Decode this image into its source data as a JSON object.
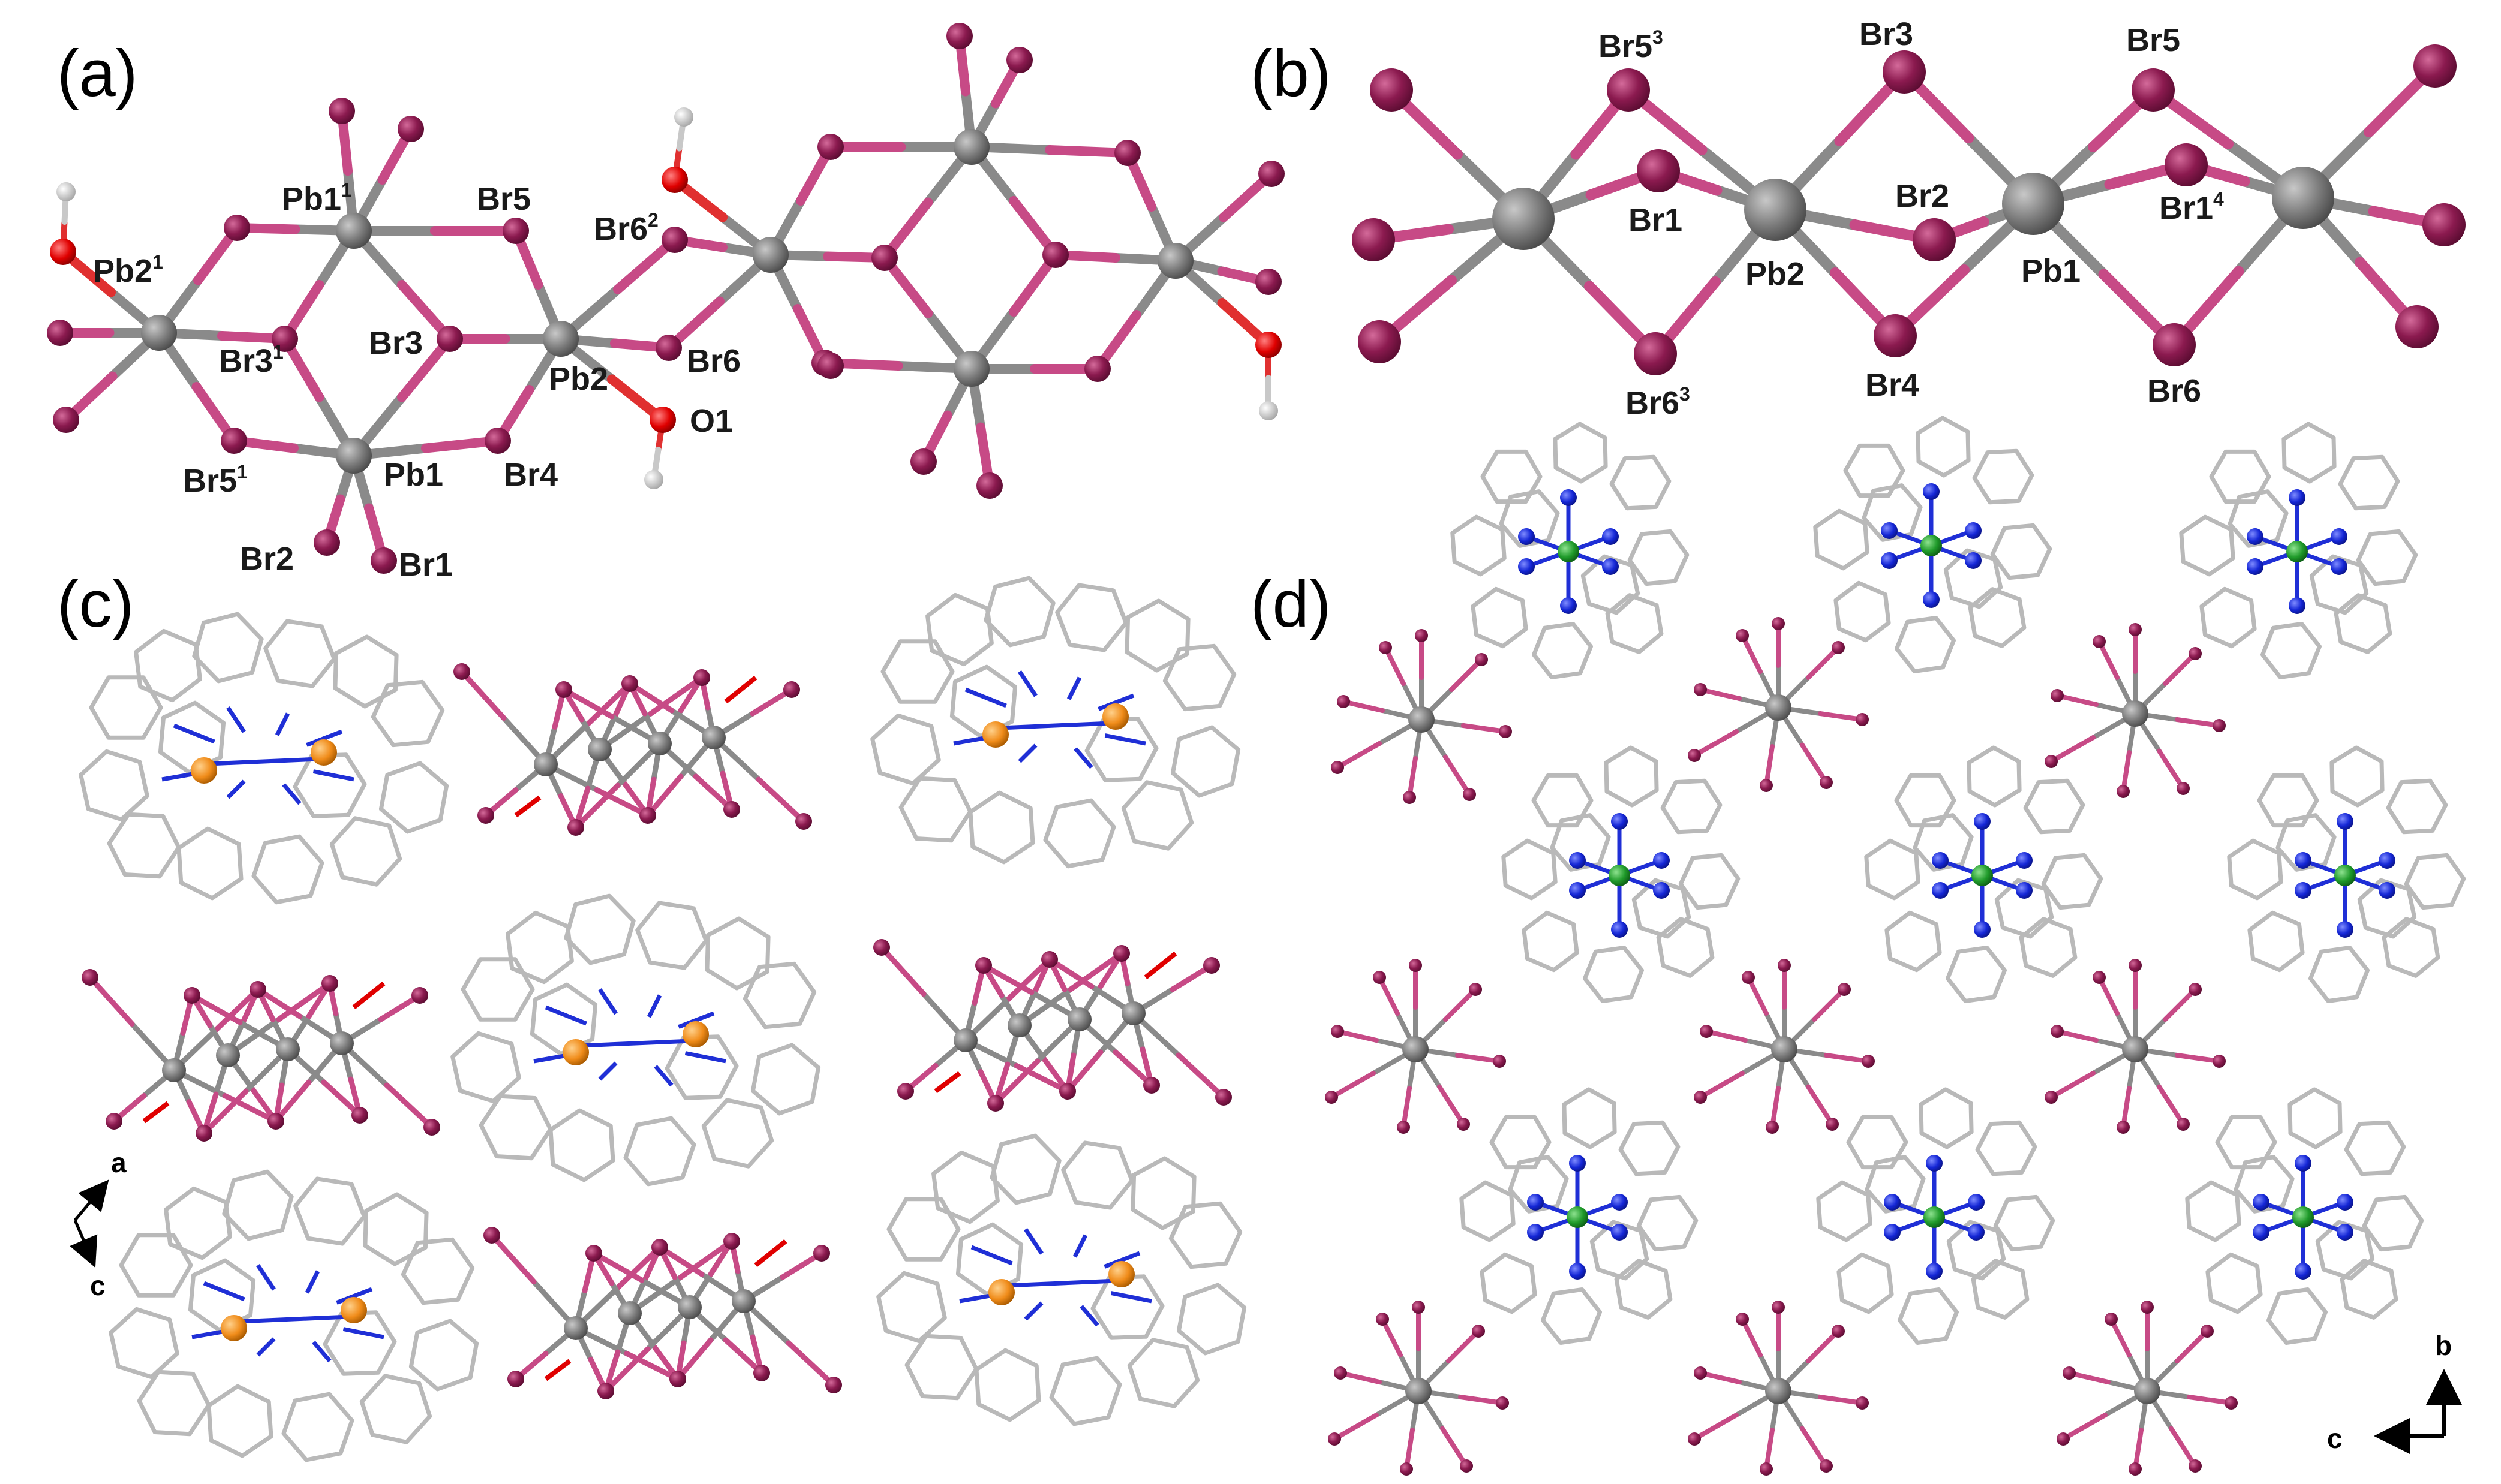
{
  "panels": {
    "a": {
      "letter": "(a)"
    },
    "b": {
      "letter": "(b)"
    },
    "c": {
      "letter": "(c)"
    },
    "d": {
      "letter": "(d)"
    }
  },
  "atom_labels_a": [
    {
      "base": "Pb2",
      "sup": "1"
    },
    {
      "base": "Pb1",
      "sup": "1"
    },
    {
      "base": "Br5",
      "sup": ""
    },
    {
      "base": "Br6",
      "sup": "2"
    },
    {
      "base": "Br3",
      "sup": "1"
    },
    {
      "base": "Br3",
      "sup": ""
    },
    {
      "base": "Pb2",
      "sup": ""
    },
    {
      "base": "Br6",
      "sup": ""
    },
    {
      "base": "O1",
      "sup": ""
    },
    {
      "base": "Br5",
      "sup": "1"
    },
    {
      "base": "Pb1",
      "sup": ""
    },
    {
      "base": "Br4",
      "sup": ""
    },
    {
      "base": "Br2",
      "sup": ""
    },
    {
      "base": "Br1",
      "sup": ""
    }
  ],
  "atom_labels_b": [
    {
      "base": "Br5",
      "sup": "3"
    },
    {
      "base": "Br3",
      "sup": ""
    },
    {
      "base": "Br5",
      "sup": ""
    },
    {
      "base": "Br1",
      "sup": ""
    },
    {
      "base": "Br2",
      "sup": ""
    },
    {
      "base": "Br1",
      "sup": "4"
    },
    {
      "base": "Pb2",
      "sup": ""
    },
    {
      "base": "Pb1",
      "sup": ""
    },
    {
      "base": "Br6",
      "sup": "3"
    },
    {
      "base": "Br4",
      "sup": ""
    },
    {
      "base": "Br6",
      "sup": ""
    }
  ],
  "axes_c": {
    "up": "a",
    "down": "c"
  },
  "axes_d": {
    "up": "b",
    "left": "c"
  },
  "colors": {
    "pb": "#808080",
    "br": "#8b1a4f",
    "br_bond": "#c74a86",
    "oxygen": "#e00000",
    "hydrogen": "#d8d8d8",
    "nitrogen": "#1426d6",
    "copper_c": "#f08c1a",
    "metal_d": "#1f9a2a",
    "ligand": "#b9b9b9"
  }
}
